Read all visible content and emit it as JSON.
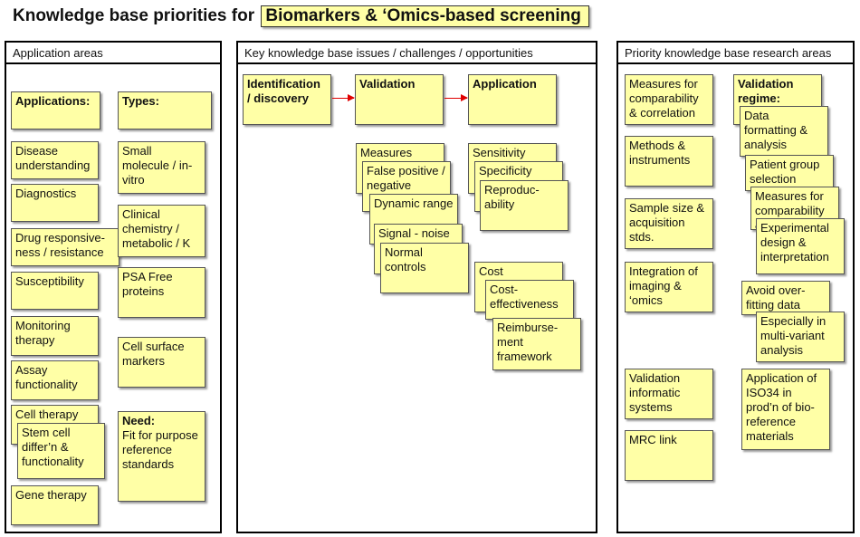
{
  "title": {
    "prefix": "Knowledge base priorities for",
    "highlight": "Biomarkers & ‘Omics-based screening"
  },
  "panels": {
    "application_areas": {
      "header": "Application areas",
      "applications_heading": "Applications:",
      "types_heading": "Types:",
      "applications": [
        "Disease understanding",
        "Diagnostics",
        "Drug responsive-ness / resistance",
        "Susceptibility",
        "Monitoring therapy",
        "Assay functionality",
        "Cell therapy",
        "Stem cell differ’n & functionality",
        "Gene therapy"
      ],
      "types": [
        "Small molecule / in-vitro",
        "Clinical chemistry / metabolic / K",
        "PSA Free proteins",
        "Cell surface markers"
      ],
      "need_heading": "Need:",
      "need_text": "Fit for purpose reference standards"
    },
    "key_issues": {
      "header": "Key knowledge base issues / challenges / opportunities",
      "stages": [
        "Identification / discovery",
        "Validation",
        "Application"
      ],
      "validation_notes": [
        "Measures",
        "False positive / negative",
        "Dynamic range",
        "Signal - noise",
        "Normal controls"
      ],
      "application_notes": [
        "Sensitivity",
        "Specificity",
        "Reproduc-ability"
      ],
      "cost_notes": [
        "Cost",
        "Cost-effectiveness",
        "Reimburse-ment framework"
      ]
    },
    "priority_research": {
      "header": "Priority knowledge base research areas",
      "left_notes": [
        "Measures for comparability & correlation",
        "Methods & instruments",
        "Sample size & acquisition stds.",
        "Integration of imaging & ‘omics",
        "Validation informatic systems",
        "MRC link"
      ],
      "validation_regime_heading": "Validation regime:",
      "regime_notes": [
        "Data formatting & analysis",
        "Patient group selection",
        "Measures for comparability & correlation",
        "Experimental design & interpretation",
        "Avoid over-fitting data",
        "Especially in multi-variant analysis"
      ],
      "iso_note": "Application of ISO34 in prod’n of bio-reference materials"
    }
  }
}
